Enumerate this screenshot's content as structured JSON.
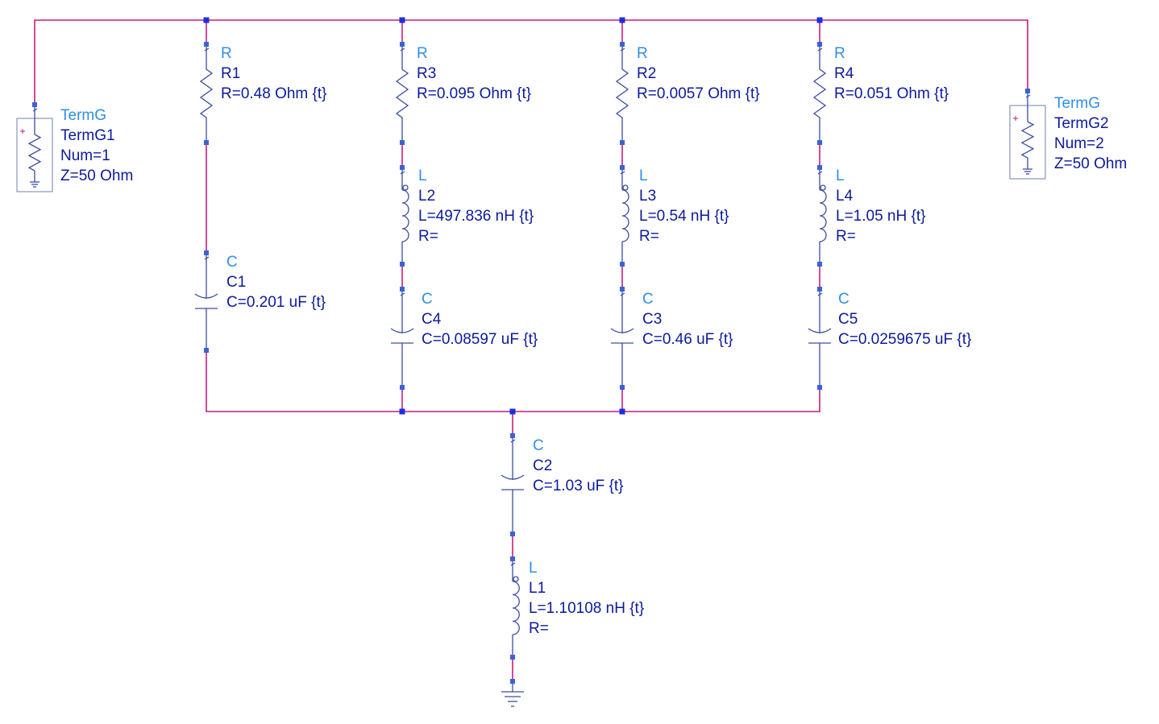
{
  "components": [
    {
      "id": "R1",
      "type": "R",
      "name": "R1",
      "value": "R=0.48 Ohm {t}"
    },
    {
      "id": "R3",
      "type": "R",
      "name": "R3",
      "value": "R=0.095 Ohm {t}"
    },
    {
      "id": "R2",
      "type": "R",
      "name": "R2",
      "value": "R=0.0057 Ohm {t}"
    },
    {
      "id": "R4",
      "type": "R",
      "name": "R4",
      "value": "R=0.051 Ohm {t}"
    },
    {
      "id": "L2",
      "type": "L",
      "name": "L2",
      "value": "L=497.836 nH {t}",
      "extra": "R="
    },
    {
      "id": "L3",
      "type": "L",
      "name": "L3",
      "value": "L=0.54 nH {t}",
      "extra": "R="
    },
    {
      "id": "L4",
      "type": "L",
      "name": "L4",
      "value": "L=1.05 nH {t}",
      "extra": "R="
    },
    {
      "id": "L1",
      "type": "L",
      "name": "L1",
      "value": "L=1.10108 nH {t}",
      "extra": "R="
    },
    {
      "id": "C1",
      "type": "C",
      "name": "C1",
      "value": "C=0.201 uF {t}"
    },
    {
      "id": "C4",
      "type": "C",
      "name": "C4",
      "value": "C=0.08597 uF {t}"
    },
    {
      "id": "C3",
      "type": "C",
      "name": "C3",
      "value": "C=0.46 uF {t}"
    },
    {
      "id": "C5",
      "type": "C",
      "name": "C5",
      "value": "C=0.0259675 uF {t}"
    },
    {
      "id": "C2",
      "type": "C",
      "name": "C2",
      "value": "C=1.03 uF {t}"
    }
  ],
  "terminals": [
    {
      "id": "TermG1",
      "type": "TermG",
      "name": "TermG1",
      "num": "Num=1",
      "z": "Z=50 Ohm"
    },
    {
      "id": "TermG2",
      "type": "TermG",
      "name": "TermG2",
      "num": "Num=2",
      "z": "Z=50 Ohm"
    }
  ],
  "colors": {
    "wire": "#c81c7e",
    "component": "#3a4fa0",
    "type_label": "#2f8fe6",
    "name_label": "#0b1a9c",
    "pin": "#3a63d6"
  }
}
